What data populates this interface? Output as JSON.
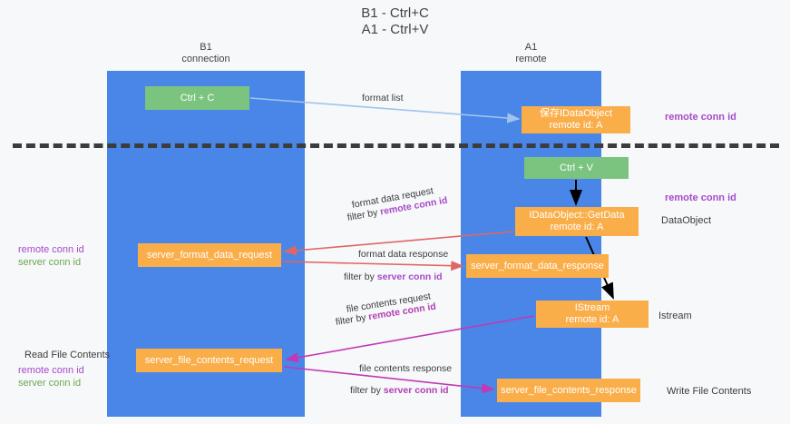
{
  "title": {
    "line1": "B1 - Ctrl+C",
    "line2": "A1 - Ctrl+V"
  },
  "lanes": [
    {
      "id": "b1",
      "name": "B1",
      "role": "connection"
    },
    {
      "id": "a1",
      "name": "A1",
      "role": "remote"
    }
  ],
  "boxes": {
    "ctrl_c": {
      "label": "Ctrl + C",
      "color": "#7bc47f"
    },
    "save_idataobject": {
      "line1": "保存IDataObject",
      "line2": "remote id: A",
      "color": "#f9ae4a"
    },
    "ctrl_v": {
      "label": "Ctrl + V",
      "color": "#7bc47f"
    },
    "getdata": {
      "line1": "IDataObject::GetData",
      "line2": "remote id: A",
      "color": "#f9ae4a"
    },
    "server_format_data_request": {
      "label": "server_format_data_request",
      "color": "#f9ae4a"
    },
    "server_format_data_response": {
      "label": "server_format_data_response",
      "color": "#f9ae4a"
    },
    "istream": {
      "line1": "IStream",
      "line2": "remote id: A",
      "color": "#f9ae4a"
    },
    "server_file_contents_request": {
      "label": "server_file_contents_request",
      "color": "#f9ae4a"
    },
    "server_file_contents_response": {
      "label": "server_file_contents_response",
      "color": "#f9ae4a"
    }
  },
  "edge_labels": {
    "format_list": "format list",
    "format_data_request": "format data request",
    "format_data_request_filter_prefix": "filter by ",
    "format_data_request_filter_key": "remote conn id",
    "format_data_response": "format data response",
    "format_data_response_filter_prefix": "filter by ",
    "format_data_response_filter_key": "server conn id",
    "file_contents_request": "file contents request",
    "file_contents_request_filter_prefix": "filter by ",
    "file_contents_request_filter_key": "remote conn id",
    "file_contents_response": "file contents response",
    "file_contents_response_filter_prefix": "filter by ",
    "file_contents_response_filter_key": "server conn id"
  },
  "side_labels": {
    "remote_conn_id_top": "remote conn id",
    "remote_conn_id_mid": "remote conn id",
    "dataobject": "DataObject",
    "istream": "Istream",
    "write_file_contents": "Write File Contents",
    "read_file_contents": "Read File Contents",
    "left_remote_conn_id_1": "remote conn id",
    "left_server_conn_id_1": "server conn id",
    "left_remote_conn_id_2": "remote conn id",
    "left_server_conn_id_2": "server conn id"
  },
  "colors": {
    "lane": "#4a86e8",
    "green_box": "#7bc47f",
    "orange_box": "#f9ae4a",
    "purple_text": "#a64ac9",
    "green_text": "#6aa84f",
    "divider": "#3c3c3c",
    "arrow_blue": "#9fc5e8",
    "arrow_red": "#e06666",
    "arrow_magenta": "#c近",
    "arrow_black": "#000000"
  }
}
